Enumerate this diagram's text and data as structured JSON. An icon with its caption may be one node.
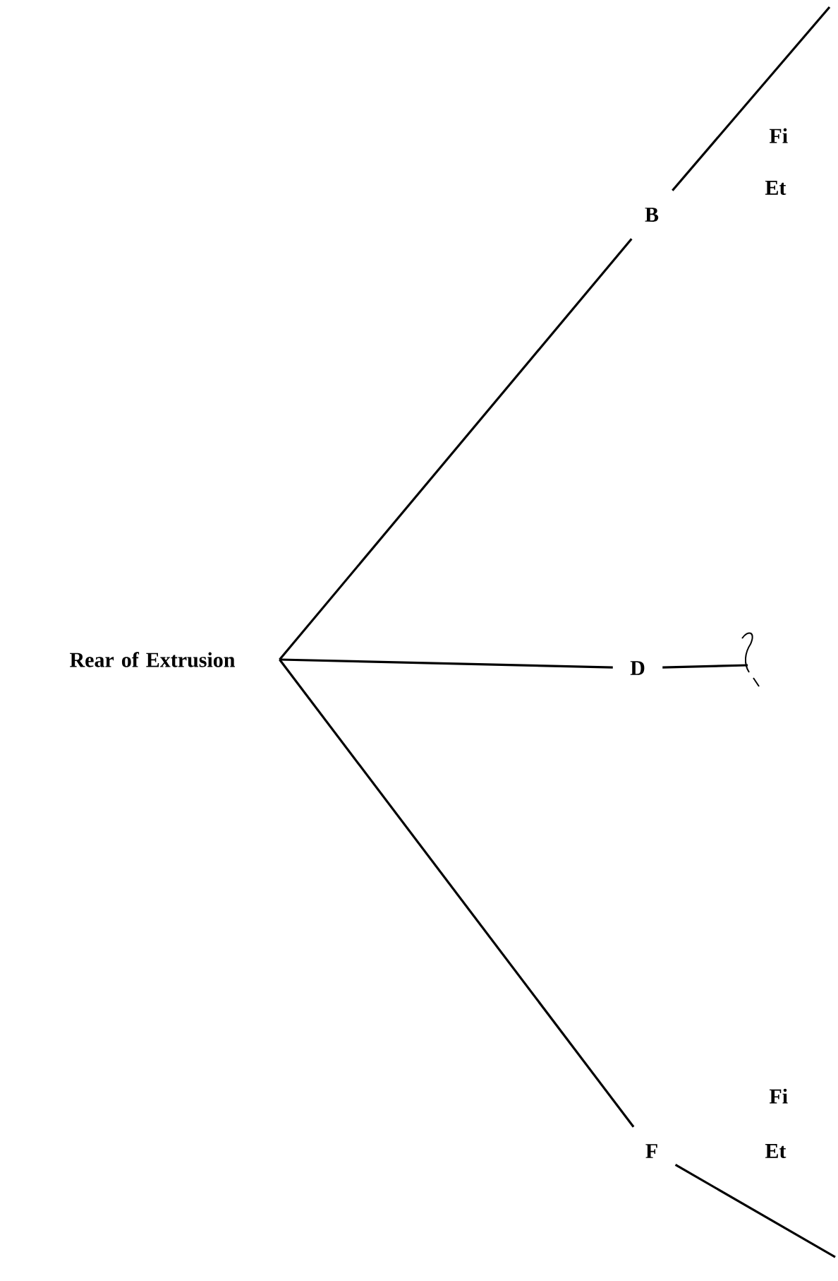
{
  "diagram": {
    "nodes": [
      {
        "text": [
          "Rear of Extrusion"
        ]
      },
      {
        "text": [
          "B"
        ]
      },
      {
        "text": [
          "D"
        ]
      },
      {
        "text": [
          "F"
        ]
      }
    ],
    "edges": [
      {
        "from": 0,
        "to": 1,
        "arrow": "none"
      },
      {
        "from": 1,
        "to": null,
        "arrow": "none"
      },
      {
        "from": 0,
        "to": 2,
        "arrow": "none"
      },
      {
        "from": 2,
        "to": null,
        "arrow": "none"
      },
      {
        "from": 0,
        "to": 3,
        "arrow": "none"
      },
      {
        "from": 3,
        "to": null,
        "arrow": "none"
      }
    ],
    "labels": [
      "Fi",
      "Et",
      "Fi",
      "Et"
    ]
  }
}
